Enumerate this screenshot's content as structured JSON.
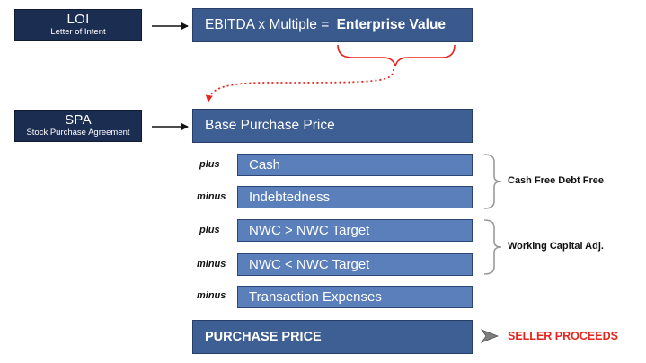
{
  "loi": {
    "abbr": "LOI",
    "full": "Letter of Intent"
  },
  "spa": {
    "abbr": "SPA",
    "full": "Stock Purchase Agreement"
  },
  "formula": {
    "prefix": "EBITDA x Multiple = ",
    "result": "Enterprise Value"
  },
  "base_price": "Base Purchase Price",
  "adjustments": [
    {
      "op": "plus",
      "label": "Cash"
    },
    {
      "op": "minus",
      "label": "Indebtedness"
    },
    {
      "op": "plus",
      "label": "NWC > NWC Target"
    },
    {
      "op": "minus",
      "label": "NWC < NWC Target"
    },
    {
      "op": "minus",
      "label": "Transaction Expenses"
    }
  ],
  "groups": {
    "cash_free": "Cash Free Debt Free",
    "working_capital": "Working Capital Adj."
  },
  "purchase_price": "PURCHASE PRICE",
  "seller_proceeds": "SELLER PROCEEDS",
  "colors": {
    "navy": "#1c2d52",
    "blue": "#3e5f93",
    "light_blue": "#5a7fba",
    "accent_red": "#e8241e"
  }
}
